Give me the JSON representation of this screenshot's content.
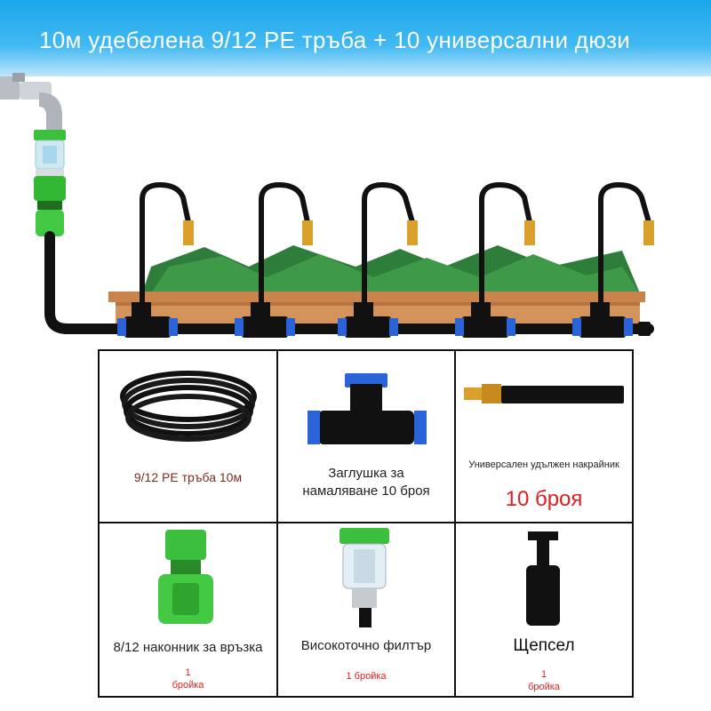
{
  "banner": {
    "title": "10м удебелена 9/12 PE тръба + 10 универсални дюзи"
  },
  "colors": {
    "banner": "#1aa6ea",
    "hose": "#111111",
    "fitting_blue": "#2a63d8",
    "connector_green": "#3cbf3c",
    "brass": "#d9a02c",
    "qty_red": "#e02020"
  },
  "items": [
    {
      "name": "9/12 PE тръба 10м",
      "icon": "coiled-hose-icon"
    },
    {
      "name_line1": "Заглушка за",
      "name_line2": "намаляване 10 броя",
      "icon": "tee-fitting-icon"
    },
    {
      "name": "Универсален удължен накрайник",
      "qty": "10 броя",
      "icon": "extended-nozzle-icon"
    },
    {
      "name": "8/12 наконник за връзка",
      "qty_line1": "1",
      "qty_line2": "бройка",
      "icon": "quick-connector-icon"
    },
    {
      "name": "Високоточно филтър",
      "qty": "1 бройка",
      "icon": "water-filter-icon"
    },
    {
      "name": "Щепсел",
      "qty_line1": "1",
      "qty_line2": "бройка",
      "icon": "plug-icon"
    }
  ]
}
